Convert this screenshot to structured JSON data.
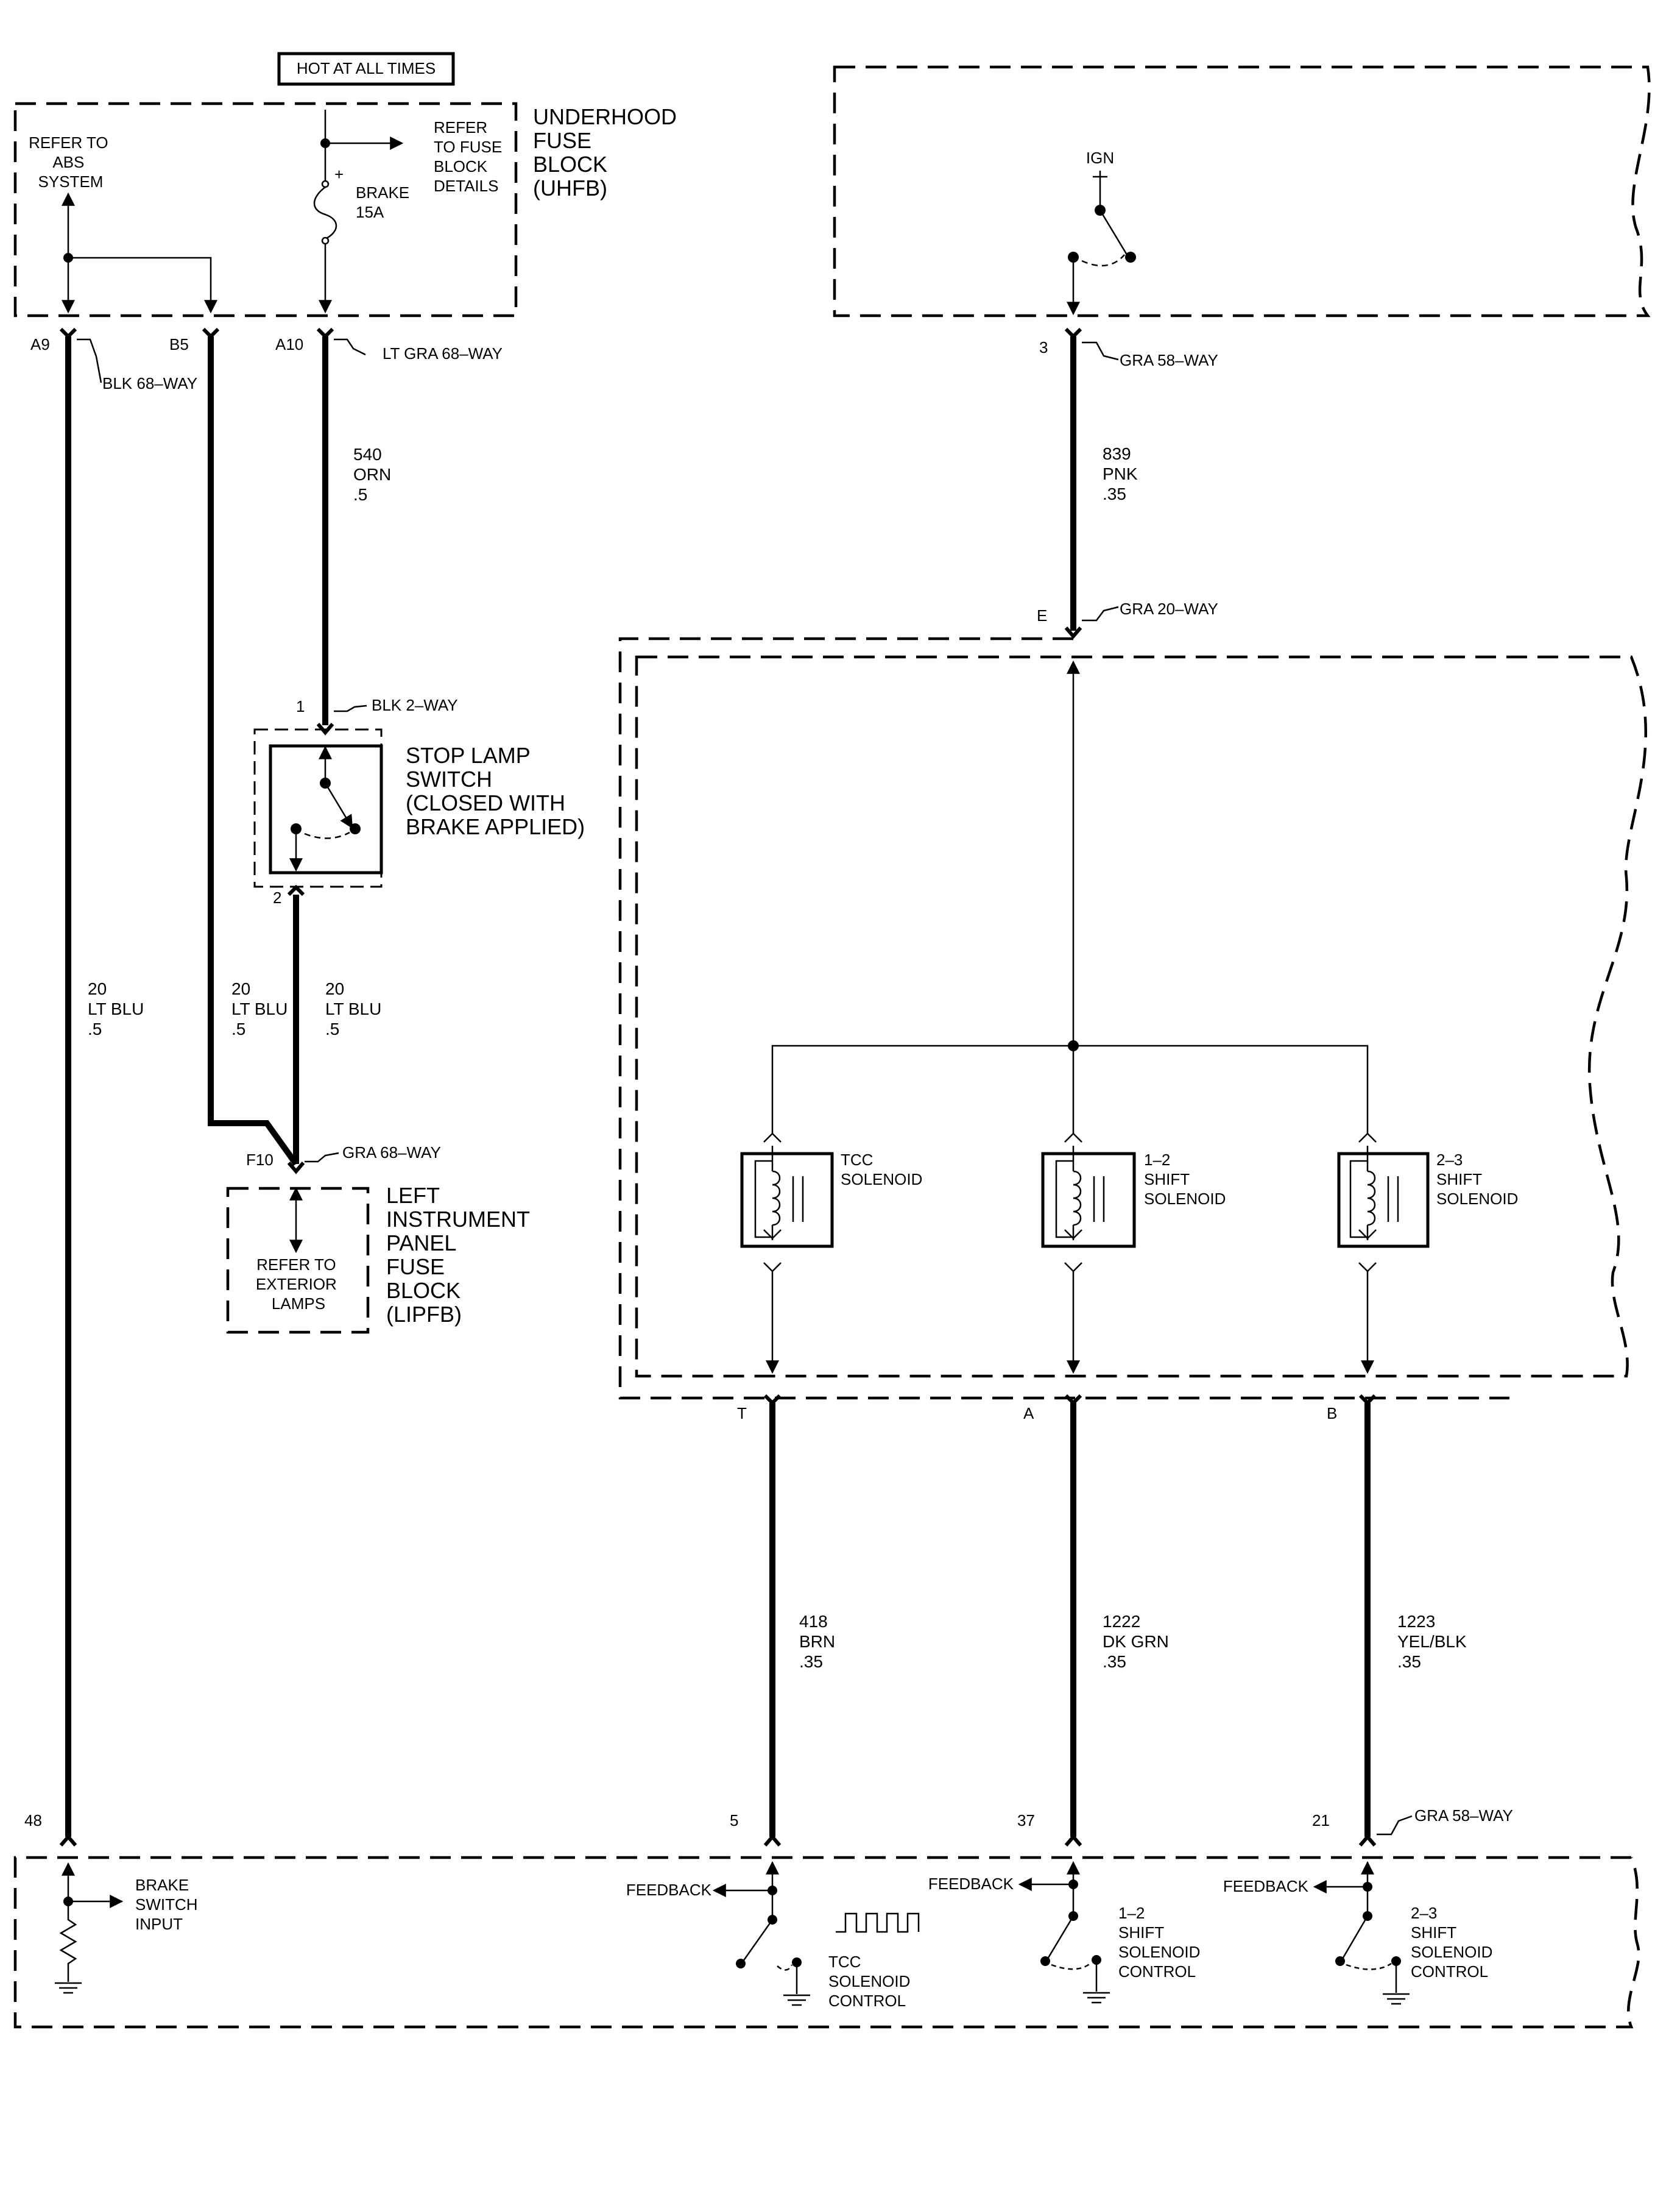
{
  "hot_label": "HOT AT ALL TIMES",
  "uhfb": {
    "title": [
      "UNDERHOOD",
      "FUSE",
      "BLOCK",
      "(UHFB)"
    ],
    "abs_ref": [
      "REFER TO",
      "ABS",
      "SYSTEM"
    ],
    "fuse_ref": [
      "REFER",
      "TO FUSE",
      "BLOCK",
      "DETAILS"
    ],
    "fuse_name": [
      "BRAKE",
      "15A"
    ],
    "fuse_plus": "+"
  },
  "ign": "IGN",
  "connectors": {
    "a9": "A9",
    "b5": "B5",
    "a10": "A10",
    "blk68": "BLK 68–WAY",
    "ltgra68": "LT GRA 68–WAY",
    "c3": "3",
    "gra58_top": "GRA 58–WAY",
    "cE": "E",
    "gra20": "GRA 20–WAY",
    "c1": "1",
    "blk2": "BLK 2–WAY",
    "c2": "2",
    "f10": "F10",
    "gra68": "GRA 68–WAY",
    "cT": "T",
    "cA": "A",
    "cB": "B",
    "c48": "48",
    "c5": "5",
    "c37": "37",
    "c21": "21",
    "gra58_bot": "GRA 58–WAY"
  },
  "wires": {
    "w540": [
      "540",
      "ORN",
      ".5"
    ],
    "w839": [
      "839",
      "PNK",
      ".35"
    ],
    "w20a": [
      "20",
      "LT BLU",
      ".5"
    ],
    "w20b": [
      "20",
      "LT BLU",
      ".5"
    ],
    "w20c": [
      "20",
      "LT BLU",
      ".5"
    ],
    "w418": [
      "418",
      "BRN",
      ".35"
    ],
    "w1222": [
      "1222",
      "DK GRN",
      ".35"
    ],
    "w1223": [
      "1223",
      "YEL/BLK",
      ".35"
    ]
  },
  "stop_lamp": [
    "STOP LAMP",
    "SWITCH",
    "(CLOSED WITH",
    "BRAKE APPLIED)"
  ],
  "lipfb": {
    "title": [
      "LEFT",
      "INSTRUMENT",
      "PANEL",
      "FUSE",
      "BLOCK",
      "(LIPFB)"
    ],
    "ref": [
      "REFER TO",
      "EXTERIOR",
      "LAMPS"
    ]
  },
  "solenoids": {
    "tcc": [
      "TCC",
      "SOLENOID"
    ],
    "s12": [
      "1–2",
      "SHIFT",
      "SOLENOID"
    ],
    "s23": [
      "2–3",
      "SHIFT",
      "SOLENOID"
    ]
  },
  "pcm": {
    "brake_input": [
      "BRAKE",
      "SWITCH",
      "INPUT"
    ],
    "feedback1": "FEEDBACK",
    "feedback2": "FEEDBACK",
    "feedback3": "FEEDBACK",
    "tcc_control": [
      "TCC",
      "SOLENOID",
      "CONTROL"
    ],
    "s12_control": [
      "1–2",
      "SHIFT",
      "SOLENOID",
      "CONTROL"
    ],
    "s23_control": [
      "2–3",
      "SHIFT",
      "SOLENOID",
      "CONTROL"
    ]
  }
}
